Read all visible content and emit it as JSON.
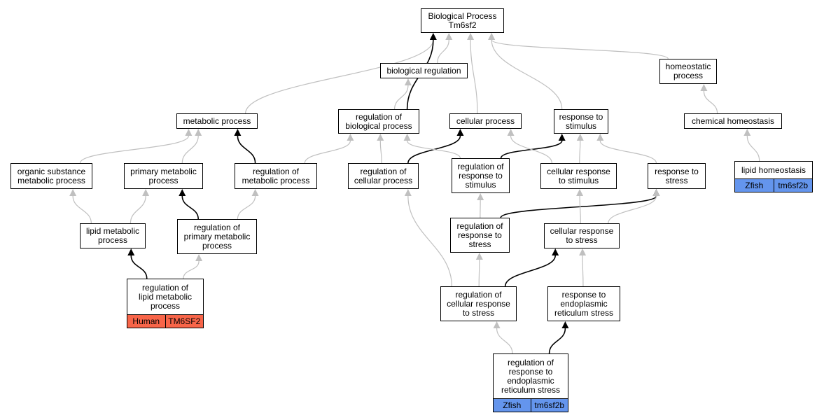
{
  "colors": {
    "edge_gray": "#c0c0c0",
    "edge_black": "#000000",
    "human_tag": "#f86549",
    "zfish_tag": "#6495ed"
  },
  "nodes": {
    "root": {
      "label": "Biological Process\nTm6sf2"
    },
    "biological_regulation": {
      "label": "biological regulation"
    },
    "homeostatic_process": {
      "label": "homeostatic\nprocess"
    },
    "metabolic_process": {
      "label": "metabolic process"
    },
    "regulation_of_biological_process": {
      "label": "regulation of\nbiological process"
    },
    "cellular_process": {
      "label": "cellular process"
    },
    "response_to_stimulus": {
      "label": "response to\nstimulus"
    },
    "chemical_homeostasis": {
      "label": "chemical homeostasis"
    },
    "organic_substance_metabolic_process": {
      "label": "organic substance\nmetabolic process"
    },
    "primary_metabolic_process": {
      "label": "primary metabolic\nprocess"
    },
    "regulation_of_metabolic_process": {
      "label": "regulation of\nmetabolic process"
    },
    "regulation_of_cellular_process": {
      "label": "regulation of\ncellular process"
    },
    "regulation_of_response_to_stimulus": {
      "label": "regulation of\nresponse to\nstimulus"
    },
    "cellular_response_to_stimulus": {
      "label": "cellular response\nto stimulus"
    },
    "response_to_stress": {
      "label": "response to\nstress"
    },
    "lipid_homeostasis": {
      "label": "lipid homeostasis",
      "species": "Zfish",
      "gene": "tm6sf2b"
    },
    "lipid_metabolic_process": {
      "label": "lipid metabolic\nprocess"
    },
    "regulation_of_primary_metabolic_process": {
      "label": "regulation of\nprimary metabolic\nprocess"
    },
    "regulation_of_response_to_stress": {
      "label": "regulation of\nresponse to\nstress"
    },
    "cellular_response_to_stress": {
      "label": "cellular response\nto stress"
    },
    "regulation_of_lipid_metabolic_process": {
      "label": "regulation of\nlipid metabolic\nprocess",
      "species": "Human",
      "gene": "TM6SF2"
    },
    "regulation_of_cellular_response_to_stress": {
      "label": "regulation of\ncellular response\nto stress"
    },
    "response_to_er_stress": {
      "label": "response to\nendoplasmic\nreticulum stress"
    },
    "regulation_of_response_to_er_stress": {
      "label": "regulation of\nresponse to\nendoplasmic\nreticulum stress",
      "species": "Zfish",
      "gene": "tm6sf2b"
    }
  },
  "edges": [
    {
      "from": "biological_regulation",
      "to": "root",
      "style": "gray"
    },
    {
      "from": "metabolic_process",
      "to": "root",
      "style": "gray"
    },
    {
      "from": "regulation_of_biological_process",
      "to": "root",
      "style": "black"
    },
    {
      "from": "regulation_of_biological_process",
      "to": "biological_regulation",
      "style": "gray"
    },
    {
      "from": "cellular_process",
      "to": "root",
      "style": "gray"
    },
    {
      "from": "response_to_stimulus",
      "to": "root",
      "style": "gray"
    },
    {
      "from": "homeostatic_process",
      "to": "root",
      "style": "gray"
    },
    {
      "from": "chemical_homeostasis",
      "to": "homeostatic_process",
      "style": "gray"
    },
    {
      "from": "lipid_homeostasis",
      "to": "chemical_homeostasis",
      "style": "gray"
    },
    {
      "from": "organic_substance_metabolic_process",
      "to": "metabolic_process",
      "style": "gray"
    },
    {
      "from": "primary_metabolic_process",
      "to": "metabolic_process",
      "style": "gray"
    },
    {
      "from": "regulation_of_metabolic_process",
      "to": "metabolic_process",
      "style": "black"
    },
    {
      "from": "regulation_of_metabolic_process",
      "to": "regulation_of_biological_process",
      "style": "gray"
    },
    {
      "from": "regulation_of_cellular_process",
      "to": "regulation_of_biological_process",
      "style": "gray"
    },
    {
      "from": "regulation_of_cellular_process",
      "to": "cellular_process",
      "style": "black"
    },
    {
      "from": "regulation_of_response_to_stimulus",
      "to": "regulation_of_biological_process",
      "style": "gray"
    },
    {
      "from": "regulation_of_response_to_stimulus",
      "to": "response_to_stimulus",
      "style": "black"
    },
    {
      "from": "cellular_response_to_stimulus",
      "to": "cellular_process",
      "style": "gray"
    },
    {
      "from": "cellular_response_to_stimulus",
      "to": "response_to_stimulus",
      "style": "gray"
    },
    {
      "from": "response_to_stress",
      "to": "response_to_stimulus",
      "style": "gray"
    },
    {
      "from": "lipid_metabolic_process",
      "to": "organic_substance_metabolic_process",
      "style": "gray"
    },
    {
      "from": "lipid_metabolic_process",
      "to": "primary_metabolic_process",
      "style": "gray"
    },
    {
      "from": "regulation_of_primary_metabolic_process",
      "to": "primary_metabolic_process",
      "style": "black"
    },
    {
      "from": "regulation_of_primary_metabolic_process",
      "to": "regulation_of_metabolic_process",
      "style": "gray"
    },
    {
      "from": "regulation_of_response_to_stress",
      "to": "regulation_of_response_to_stimulus",
      "style": "gray"
    },
    {
      "from": "regulation_of_response_to_stress",
      "to": "response_to_stress",
      "style": "black"
    },
    {
      "from": "cellular_response_to_stress",
      "to": "cellular_response_to_stimulus",
      "style": "gray"
    },
    {
      "from": "cellular_response_to_stress",
      "to": "response_to_stress",
      "style": "gray"
    },
    {
      "from": "regulation_of_lipid_metabolic_process",
      "to": "lipid_metabolic_process",
      "style": "black"
    },
    {
      "from": "regulation_of_lipid_metabolic_process",
      "to": "regulation_of_primary_metabolic_process",
      "style": "gray"
    },
    {
      "from": "regulation_of_cellular_response_to_stress",
      "to": "regulation_of_cellular_process",
      "style": "gray"
    },
    {
      "from": "regulation_of_cellular_response_to_stress",
      "to": "regulation_of_response_to_stress",
      "style": "gray"
    },
    {
      "from": "regulation_of_cellular_response_to_stress",
      "to": "cellular_response_to_stress",
      "style": "black"
    },
    {
      "from": "response_to_er_stress",
      "to": "cellular_response_to_stress",
      "style": "gray"
    },
    {
      "from": "regulation_of_response_to_er_stress",
      "to": "regulation_of_cellular_response_to_stress",
      "style": "gray"
    },
    {
      "from": "regulation_of_response_to_er_stress",
      "to": "response_to_er_stress",
      "style": "black"
    }
  ]
}
